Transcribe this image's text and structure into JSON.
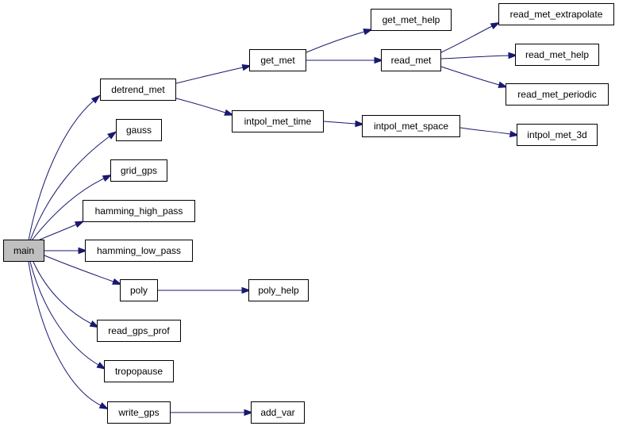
{
  "graph": {
    "colors": {
      "edge": "#191970",
      "root_fill": "#bfbfbf",
      "node_fill": "#ffffff",
      "node_border": "#000000"
    },
    "nodes": {
      "main": "main",
      "detrend_met": "detrend_met",
      "gauss": "gauss",
      "grid_gps": "grid_gps",
      "hamming_high_pass": "hamming_high_pass",
      "hamming_low_pass": "hamming_low_pass",
      "poly": "poly",
      "read_gps_prof": "read_gps_prof",
      "tropopause": "tropopause",
      "write_gps": "write_gps",
      "get_met": "get_met",
      "intpol_met_time": "intpol_met_time",
      "get_met_help": "get_met_help",
      "read_met": "read_met",
      "read_met_extrapolate": "read_met_extrapolate",
      "read_met_help": "read_met_help",
      "read_met_periodic": "read_met_periodic",
      "intpol_met_space": "intpol_met_space",
      "intpol_met_3d": "intpol_met_3d",
      "poly_help": "poly_help",
      "add_var": "add_var"
    },
    "edges": [
      [
        "main",
        "detrend_met"
      ],
      [
        "main",
        "gauss"
      ],
      [
        "main",
        "grid_gps"
      ],
      [
        "main",
        "hamming_high_pass"
      ],
      [
        "main",
        "hamming_low_pass"
      ],
      [
        "main",
        "poly"
      ],
      [
        "main",
        "read_gps_prof"
      ],
      [
        "main",
        "tropopause"
      ],
      [
        "main",
        "write_gps"
      ],
      [
        "detrend_met",
        "get_met"
      ],
      [
        "detrend_met",
        "intpol_met_time"
      ],
      [
        "get_met",
        "get_met_help"
      ],
      [
        "get_met",
        "read_met"
      ],
      [
        "read_met",
        "read_met_extrapolate"
      ],
      [
        "read_met",
        "read_met_help"
      ],
      [
        "read_met",
        "read_met_periodic"
      ],
      [
        "intpol_met_time",
        "intpol_met_space"
      ],
      [
        "intpol_met_space",
        "intpol_met_3d"
      ],
      [
        "poly",
        "poly_help"
      ],
      [
        "write_gps",
        "add_var"
      ]
    ]
  }
}
